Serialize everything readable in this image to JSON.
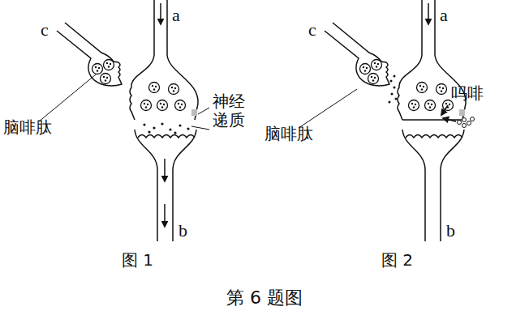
{
  "diagram": {
    "caption": "第 6 题图",
    "labels": [
      "a",
      "c",
      "脑啡肽",
      "神经递质",
      "b",
      "图 1",
      "a",
      "c",
      "吗啡",
      "脑啡肽",
      "b",
      "图 2"
    ]
  }
}
